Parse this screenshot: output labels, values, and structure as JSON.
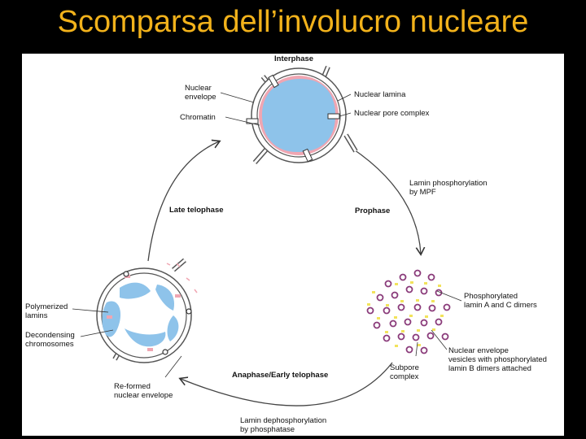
{
  "slide": {
    "title": "Scomparsa dell’involucro nucleare"
  },
  "diagram": {
    "phases": {
      "interphase": "Interphase",
      "prophase": "Prophase",
      "late_telophase": "Late telophase",
      "anaphase": "Anaphase/Early telophase"
    },
    "labels": {
      "nuclear_envelope": "Nuclear\nenvelope",
      "chromatin": "Chromatin",
      "nuclear_lamina": "Nuclear lamina",
      "nuclear_pore_complex": "Nuclear pore complex",
      "lamin_phosphorylation": "Lamin phosphorylation\nby MPF",
      "phosphorylated_dimers": "Phosphorylated\nlamin A and C dimers",
      "envelope_vesicles": "Nuclear envelope\nvesicles with phosphorylated\nlamin B dimers attached",
      "subpore_complex": "Subpore\ncomplex",
      "polymerized_lamins": "Polymerized\nlamins",
      "decondensing_chromosomes": "Decondensing\nchromosomes",
      "reformed_envelope": "Re-formed\nnuclear envelope",
      "lamin_dephosphorylation": "Lamin dephosphorylation\nby phosphatase"
    },
    "colors": {
      "title": "#f2b21b",
      "chromatin": "#8ec3ea",
      "lamina": "#f0a6b2",
      "membrane": "#ffffff",
      "outline": "#555555",
      "dimer_yellow": "#f2e35c",
      "vesicle_purple": "#8a3b7a"
    }
  }
}
